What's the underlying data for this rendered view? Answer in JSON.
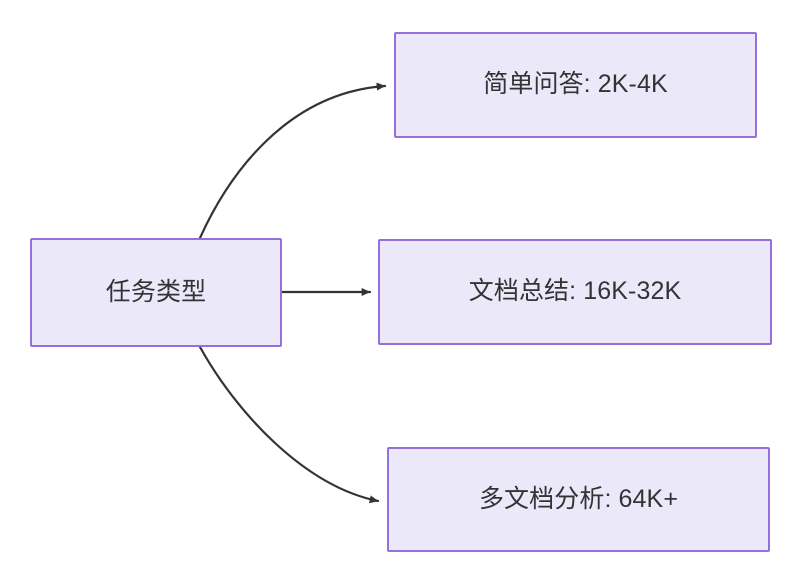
{
  "diagram": {
    "type": "flowchart",
    "direction": "left-to-right",
    "background_color": "#ffffff",
    "node_fill_color": "#ebe8fa",
    "node_border_color": "#9370db",
    "node_text_color": "#333333",
    "edge_color": "#333333",
    "root": {
      "id": "root",
      "label": "任务类型"
    },
    "branches": [
      {
        "id": "simple-qa",
        "label": "简单问答: 2K-4K",
        "task": "简单问答",
        "context_length": "2K-4K",
        "edge_style": "curved"
      },
      {
        "id": "doc-summary",
        "label": "文档总结: 16K-32K",
        "task": "文档总结",
        "context_length": "16K-32K",
        "edge_style": "straight"
      },
      {
        "id": "multi-doc",
        "label": "多文档分析: 64K+",
        "task": "多文档分析",
        "context_length": "64K+",
        "edge_style": "curved"
      }
    ]
  }
}
